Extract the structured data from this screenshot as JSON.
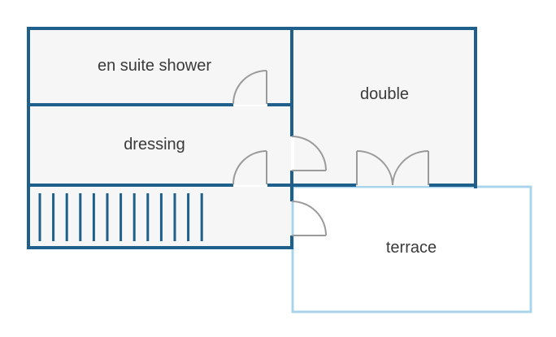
{
  "colors": {
    "wall": "#1f5f8b",
    "terrace_border": "#a9d4ea",
    "floor": "#f6f6f6",
    "door": "#9a9a9a",
    "background": "#ffffff"
  },
  "rooms": {
    "en_suite_shower": {
      "label": "en suite shower"
    },
    "double": {
      "label": "double"
    },
    "dressing": {
      "label": "dressing"
    },
    "terrace": {
      "label": "terrace"
    },
    "staircase": {
      "step_count": 13
    }
  }
}
